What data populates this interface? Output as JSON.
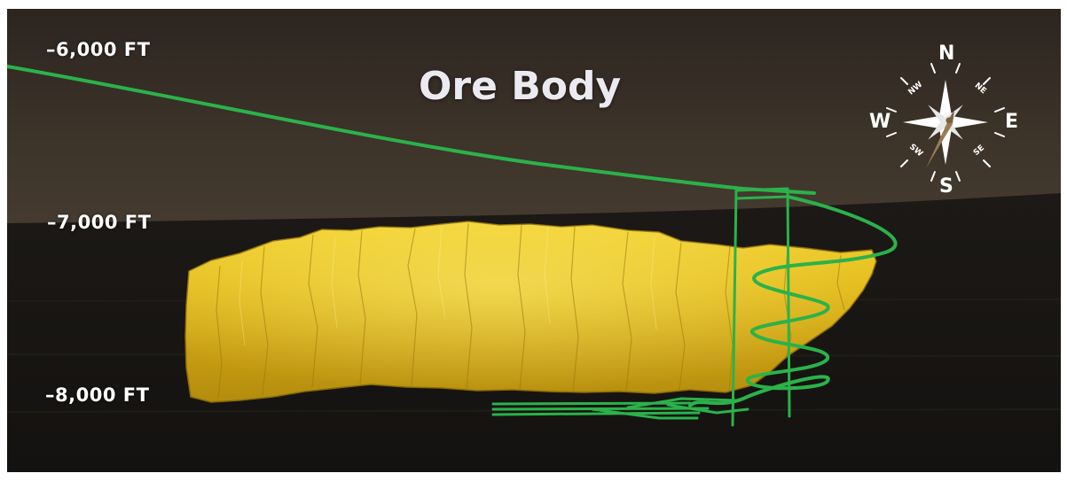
{
  "title": "Ore Body",
  "depth_labels": {
    "d6000": "–6,000 FT",
    "d7000": "–7,000 FT",
    "d8000": "–8,000 FT"
  },
  "compass": {
    "n": "N",
    "e": "E",
    "s": "S",
    "w": "W",
    "ne": "NE",
    "nw": "NW",
    "se": "SE",
    "sw": "SW"
  },
  "colors": {
    "drill_path": "#2bb24a",
    "ore_body": "#e8c21c",
    "rock_upper": "#3a3128",
    "rock_lower": "#171513",
    "compass_needle": "#9a7b55"
  }
}
